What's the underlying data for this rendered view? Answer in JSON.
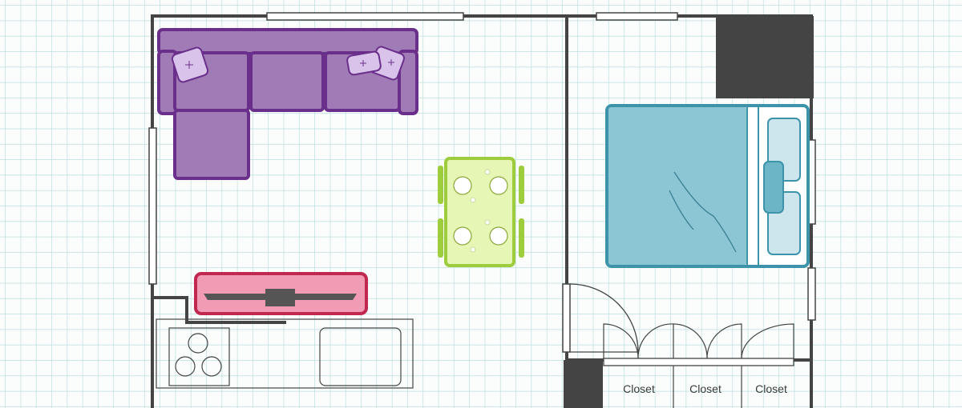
{
  "colors": {
    "grid": "#bcdede",
    "wall": "#444444",
    "sofa_fill": "#a07bb5",
    "sofa_stroke": "#6a2f8a",
    "pillow_fill": "#d9c3ea",
    "tv_stand_fill": "#f29bb5",
    "tv_stand_stroke": "#c0284f",
    "table_fill": "#e6f6b4",
    "table_stroke": "#9dcc3c",
    "bed_fill": "#8cc5d3",
    "bed_stroke": "#3c93aa",
    "bed_pillow_fill": "#cde6ee",
    "bolster_fill": "#6bb5c7"
  },
  "rooms": {
    "closets": [
      {
        "label": "Closet"
      },
      {
        "label": "Closet"
      },
      {
        "label": "Closet"
      }
    ]
  },
  "icons": [
    "sofa-icon",
    "tv-stand-icon",
    "stove-icon",
    "sink-icon",
    "dining-table-icon",
    "bed-icon",
    "door-icon",
    "window-icon"
  ]
}
